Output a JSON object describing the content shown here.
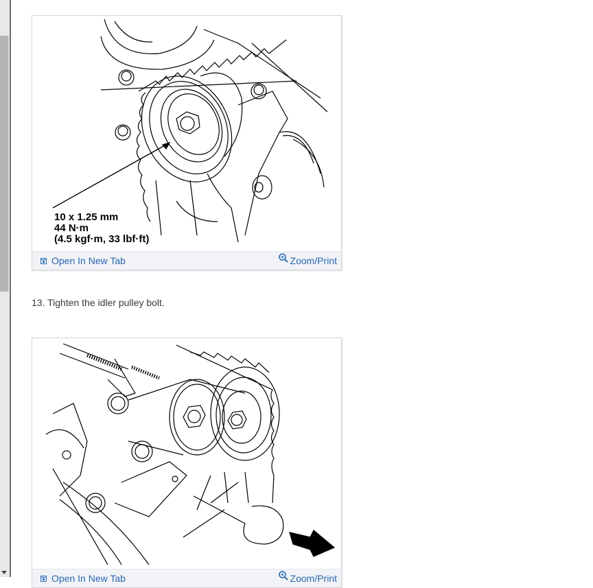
{
  "scrollbar": {
    "orientation": "vertical",
    "position": "left"
  },
  "figures": [
    {
      "name": "idler-pulley-bolt-diagram",
      "callout": {
        "line1": "10 x 1.25 mm",
        "line2": "44 N·m",
        "line3": "(4.5 kgf·m, 33 lbf·ft)"
      },
      "toolbar": {
        "open_label": "Open In New Tab",
        "open_icon": "open-new-tab-icon",
        "zoom_label": "Zoom/Print",
        "zoom_icon": "zoom-in-icon"
      }
    },
    {
      "name": "tensioner-pin-removal-diagram",
      "toolbar": {
        "open_label": "Open In New Tab",
        "open_icon": "open-new-tab-icon",
        "zoom_label": "Zoom/Print",
        "zoom_icon": "zoom-in-icon"
      }
    }
  ],
  "step": {
    "text": "13. Tighten the idler pulley bolt."
  },
  "colors": {
    "link": "#2867b2",
    "toolbar_bg": "#f1f3f6",
    "body_text": "#3a3a3a"
  }
}
